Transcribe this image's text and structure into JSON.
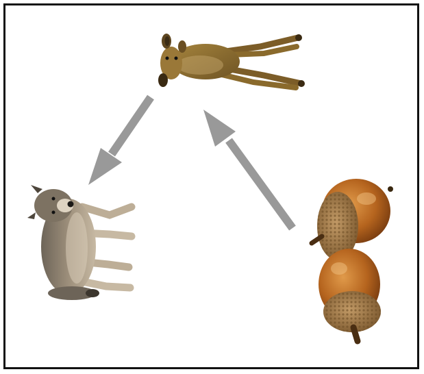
{
  "diagram": {
    "kind": "food-chain",
    "nodes": [
      {
        "id": "deer",
        "icon": "deer-icon"
      },
      {
        "id": "wolf",
        "icon": "wolf-icon"
      },
      {
        "id": "acorns",
        "icon": "acorns-icon"
      }
    ],
    "edges": [
      {
        "from": "acorns",
        "to": "deer"
      },
      {
        "from": "deer",
        "to": "wolf"
      }
    ],
    "colors": {
      "arrow": "#999999",
      "border": "#111111",
      "background": "#ffffff",
      "deer_body": "#8a6a2c",
      "wolf_fur": "#8c7f6e",
      "acorn_nut": "#b5641e",
      "acorn_cap": "#9a7444"
    }
  }
}
